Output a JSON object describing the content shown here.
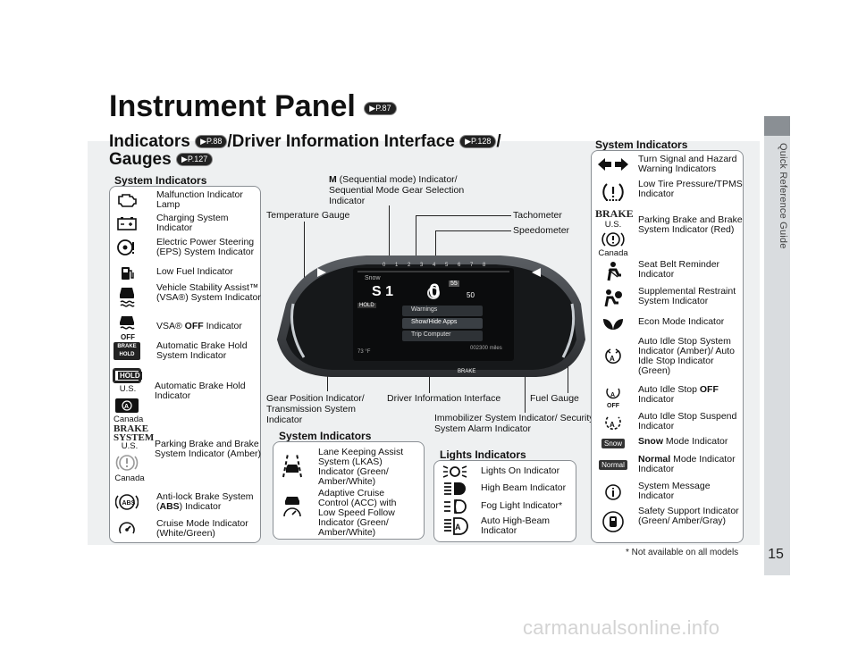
{
  "side_tab": "Quick Reference Guide",
  "page_number": "15",
  "footnote": "* Not available on all models",
  "watermark": "carmanualsonline.info",
  "title": "Instrument Panel",
  "title_ref": "P.87",
  "subtitle_parts": {
    "a": "Indicators",
    "a_ref": "P.88",
    "b": "/Driver Information Interface",
    "b_ref": "P.128",
    "c": "/",
    "d": "Gauges",
    "d_ref": "P.127"
  },
  "left": {
    "heading": "System Indicators",
    "items": [
      {
        "icon": "engine-icon",
        "label": "Malfunction Indicator Lamp"
      },
      {
        "icon": "battery-icon",
        "label": "Charging System Indicator"
      },
      {
        "icon": "steering-warning-icon",
        "label": "Electric Power Steering (EPS) System Indicator"
      },
      {
        "icon": "fuel-pump-icon",
        "label": "Low Fuel Indicator"
      },
      {
        "icon": "vsa-icon",
        "label": "Vehicle Stability Assist™ (VSA®) System Indicator"
      },
      {
        "icon": "vsa-off-icon",
        "label_pre": "VSA® ",
        "label_bold": "OFF",
        "label_post": " Indicator"
      },
      {
        "icon": "brake-hold-icon",
        "label": "Automatic Brake Hold System Indicator"
      },
      {
        "icon": "hold-icon",
        "label": "Automatic Brake Hold Indicator",
        "notes": [
          "U.S.",
          "Canada"
        ]
      },
      {
        "icon": "brake-system-icon",
        "label": "Parking Brake and Brake System Indicator (Amber)",
        "notes": [
          "U.S.",
          "Canada"
        ]
      },
      {
        "icon": "abs-icon",
        "label_pre": "Anti-lock Brake System (",
        "label_bold": "ABS",
        "label_post": ") Indicator"
      },
      {
        "icon": "cruise-icon",
        "label": "Cruise Mode Indicator (White/Green)"
      }
    ],
    "badges": {
      "brake_hold": "BRAKE HOLD",
      "hold": "HOLD",
      "abs": "ABS",
      "brake": "BRAKE",
      "system": "SYSTEM",
      "a_letter": "A",
      "off": "OFF"
    }
  },
  "center": {
    "callouts": {
      "m_bold": "M",
      "m_rest": " (Sequential mode) Indicator/ Sequential Mode Gear Selection Indicator",
      "temp": "Temperature Gauge",
      "tach": "Tachometer",
      "speedo": "Speedometer",
      "gear": "Gear Position Indicator/ Transmission System Indicator",
      "dii": "Driver Information Interface",
      "fuel": "Fuel Gauge",
      "immob": "Immobilizer System Indicator/ Security System Alarm Indicator"
    },
    "cluster": {
      "menu": [
        "Warnings",
        "Show/Hide Apps",
        "Trip Computer"
      ],
      "speed": "0",
      "gear": "S 1",
      "snow": "Snow",
      "odo": "002300 miles",
      "temp": "73 °F",
      "speed_limit": "55",
      "speed_small": "50",
      "tach_ticks": [
        "0",
        "1",
        "2",
        "3",
        "4",
        "5",
        "6",
        "7",
        "8"
      ],
      "hold": "HOLD",
      "brake": "BRAKE"
    }
  },
  "center_sys": {
    "heading": "System Indicators",
    "items": [
      {
        "icon": "lkas-icon",
        "label": "Lane Keeping Assist System (LKAS) Indicator (Green/ Amber/White)"
      },
      {
        "icon": "acc-icon",
        "label": "Adaptive Cruise Control (ACC) with Low Speed Follow Indicator (Green/ Amber/White)"
      }
    ]
  },
  "lights": {
    "heading": "Lights Indicators",
    "items": [
      {
        "icon": "lights-on-icon",
        "label": "Lights On Indicator"
      },
      {
        "icon": "high-beam-icon",
        "label": "High Beam Indicator"
      },
      {
        "icon": "fog-light-icon",
        "label": "Fog Light Indicator*"
      },
      {
        "icon": "auto-high-beam-icon",
        "label": "Auto High-Beam Indicator"
      }
    ]
  },
  "right": {
    "heading": "System Indicators",
    "items": [
      {
        "icon": "turn-signal-icon",
        "label": "Turn Signal and Hazard Warning Indicators"
      },
      {
        "icon": "tpms-icon",
        "label": "Low Tire Pressure/TPMS Indicator"
      },
      {
        "icon": "brake-red-icon",
        "label": "Parking Brake and Brake System Indicator (Red)",
        "notes": [
          "U.S.",
          "Canada"
        ]
      },
      {
        "icon": "seat-belt-icon",
        "label": "Seat Belt Reminder Indicator"
      },
      {
        "icon": "srs-icon",
        "label": "Supplemental Restraint System Indicator"
      },
      {
        "icon": "econ-icon",
        "label": "Econ Mode Indicator"
      },
      {
        "icon": "auto-idle-icon",
        "label": "Auto Idle Stop System Indicator (Amber)/ Auto Idle Stop Indicator (Green)"
      },
      {
        "icon": "auto-idle-off-icon",
        "label_pre": "Auto Idle Stop ",
        "label_bold": "OFF",
        "label_post": " Indicator"
      },
      {
        "icon": "auto-idle-suspend-icon",
        "label": "Auto Idle Stop Suspend Indicator"
      },
      {
        "icon": "snow-icon",
        "badge": "Snow",
        "label_bold": "Snow",
        "label_post": " Mode Indicator"
      },
      {
        "icon": "normal-icon",
        "badge": "Normal",
        "label_bold": "Normal",
        "label_post": " Mode Indicator"
      },
      {
        "icon": "info-icon",
        "label": "System Message Indicator"
      },
      {
        "icon": "safety-support-icon",
        "label": "Safety Support Indicator (Green/ Amber/Gray)"
      }
    ],
    "badges": {
      "brake": "BRAKE",
      "a_letter": "A",
      "off": "OFF"
    }
  }
}
